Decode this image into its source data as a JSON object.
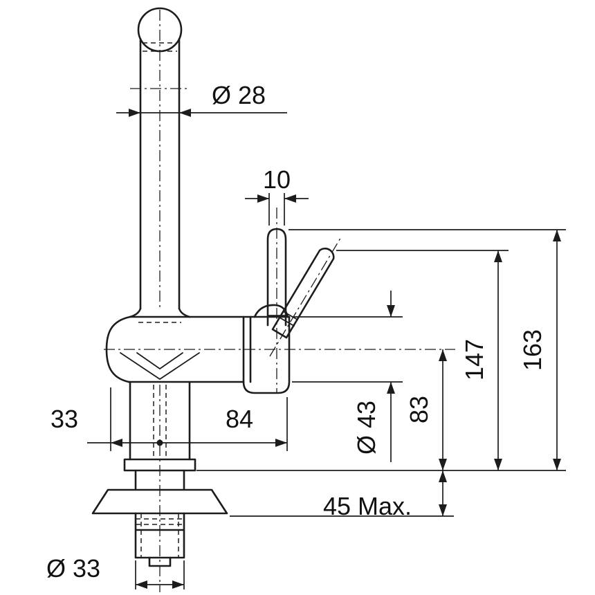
{
  "page": {
    "background": "#ffffff",
    "line_color": "#1c1c1c",
    "text_color": "#111111",
    "drawing_subject": "single-lever kitchen faucet dimension diagram"
  },
  "labels": {
    "spout_diameter": "Ø 28",
    "handle_thickness": "10",
    "center_to_left_edge": "33",
    "center_to_lever_axis": "84",
    "body_diameter": "Ø 43",
    "spout_centerline_height": "83",
    "lever_tip_height": "147",
    "overall_handle_height": "163",
    "max_deck_thickness": "45 Max.",
    "shank_diameter": "Ø 33"
  }
}
